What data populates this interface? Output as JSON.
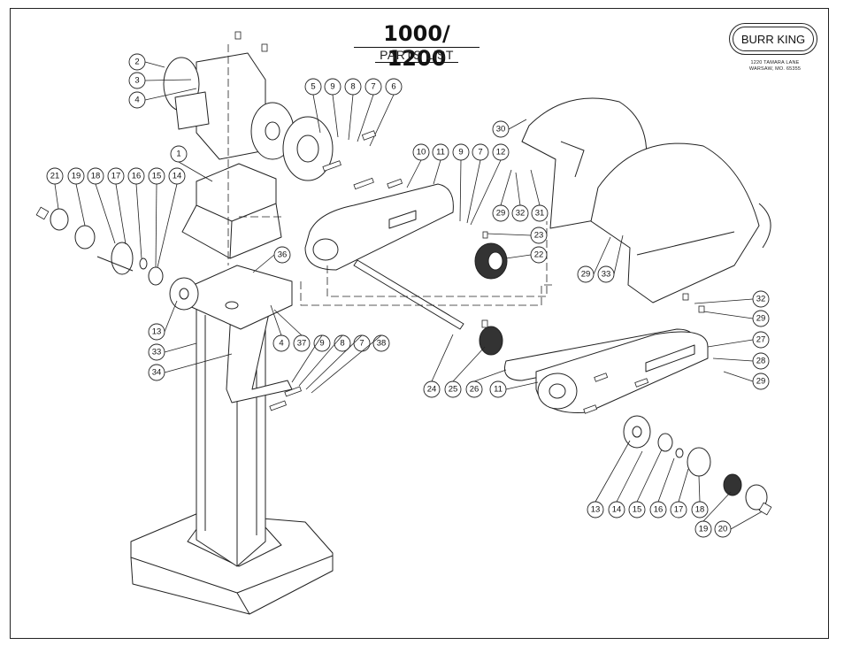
{
  "title": "1000/ 1200",
  "subtitle": "PARTS LIST",
  "brand": {
    "name": "BURR KING",
    "address_line1": "1220 TAMARA LANE",
    "address_line2": "WARSAW, MO. 65355"
  },
  "callouts": [
    {
      "id": "c2",
      "label": "2"
    },
    {
      "id": "c3",
      "label": "3"
    },
    {
      "id": "c4a",
      "label": "4"
    },
    {
      "id": "c5",
      "label": "5"
    },
    {
      "id": "c9a",
      "label": "9"
    },
    {
      "id": "c8a",
      "label": "8"
    },
    {
      "id": "c7a",
      "label": "7"
    },
    {
      "id": "c6",
      "label": "6"
    },
    {
      "id": "c1",
      "label": "1"
    },
    {
      "id": "c21a",
      "label": "21"
    },
    {
      "id": "c19a",
      "label": "19"
    },
    {
      "id": "c18a",
      "label": "18"
    },
    {
      "id": "c17a",
      "label": "17"
    },
    {
      "id": "c16a",
      "label": "16"
    },
    {
      "id": "c15a",
      "label": "15"
    },
    {
      "id": "c14a",
      "label": "14"
    },
    {
      "id": "c10",
      "label": "10"
    },
    {
      "id": "c11a",
      "label": "11"
    },
    {
      "id": "c9b",
      "label": "9"
    },
    {
      "id": "c7b",
      "label": "7"
    },
    {
      "id": "c12",
      "label": "12"
    },
    {
      "id": "c30",
      "label": "30"
    },
    {
      "id": "c29a",
      "label": "29"
    },
    {
      "id": "c32a",
      "label": "32"
    },
    {
      "id": "c31",
      "label": "31"
    },
    {
      "id": "c23",
      "label": "23"
    },
    {
      "id": "c22",
      "label": "22"
    },
    {
      "id": "c29b",
      "label": "29"
    },
    {
      "id": "c33a",
      "label": "33"
    },
    {
      "id": "c36",
      "label": "36"
    },
    {
      "id": "c13a",
      "label": "13"
    },
    {
      "id": "c33b",
      "label": "33"
    },
    {
      "id": "c34",
      "label": "34"
    },
    {
      "id": "c4b",
      "label": "4"
    },
    {
      "id": "c37",
      "label": "37"
    },
    {
      "id": "c9c",
      "label": "9"
    },
    {
      "id": "c8b",
      "label": "8"
    },
    {
      "id": "c7c",
      "label": "7"
    },
    {
      "id": "c38",
      "label": "38"
    },
    {
      "id": "c32b",
      "label": "32"
    },
    {
      "id": "c29c",
      "label": "29"
    },
    {
      "id": "c27",
      "label": "27"
    },
    {
      "id": "c28",
      "label": "28"
    },
    {
      "id": "c29d",
      "label": "29"
    },
    {
      "id": "c24",
      "label": "24"
    },
    {
      "id": "c25",
      "label": "25"
    },
    {
      "id": "c26",
      "label": "26"
    },
    {
      "id": "c11b",
      "label": "11"
    },
    {
      "id": "c13b",
      "label": "13"
    },
    {
      "id": "c14b",
      "label": "14"
    },
    {
      "id": "c15b",
      "label": "15"
    },
    {
      "id": "c16b",
      "label": "16"
    },
    {
      "id": "c17b",
      "label": "17"
    },
    {
      "id": "c18b",
      "label": "18"
    },
    {
      "id": "c19b",
      "label": "19"
    },
    {
      "id": "c20",
      "label": "20"
    }
  ]
}
